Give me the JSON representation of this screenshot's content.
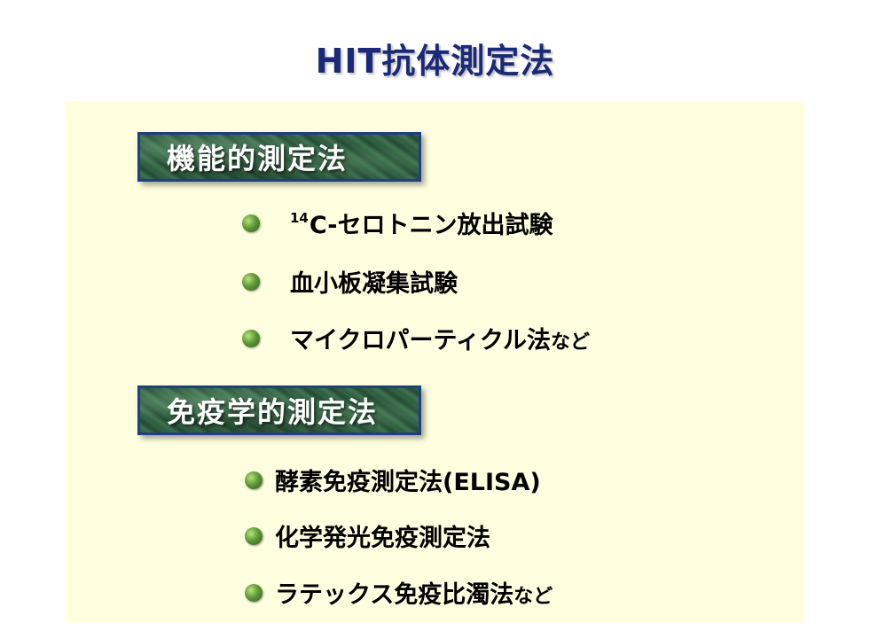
{
  "title": "HIT抗体測定法",
  "sections": [
    {
      "header": "機能的測定法",
      "items": [
        {
          "superscript": "14",
          "text": "C-セロトニン放出試験",
          "suffix": ""
        },
        {
          "text": "血小板凝集試験",
          "suffix": ""
        },
        {
          "text": "マイクロパーティクル法",
          "suffix": "など"
        }
      ]
    },
    {
      "header": "免疫学的測定法",
      "items": [
        {
          "text": "酵素免疫測定法(ELISA)",
          "suffix": ""
        },
        {
          "text": "化学発光免疫測定法",
          "suffix": ""
        },
        {
          "text": "ラテックス免疫比濁法",
          "suffix": "など"
        }
      ]
    }
  ],
  "colors": {
    "title": "#1a2a78",
    "panel_background": "#ffffe0",
    "header_border": "#1d3f86",
    "header_fill": "#2f5b40",
    "bullet": "#5f9a38"
  },
  "icons": {
    "bullet": "green-sphere-bullet-icon"
  }
}
